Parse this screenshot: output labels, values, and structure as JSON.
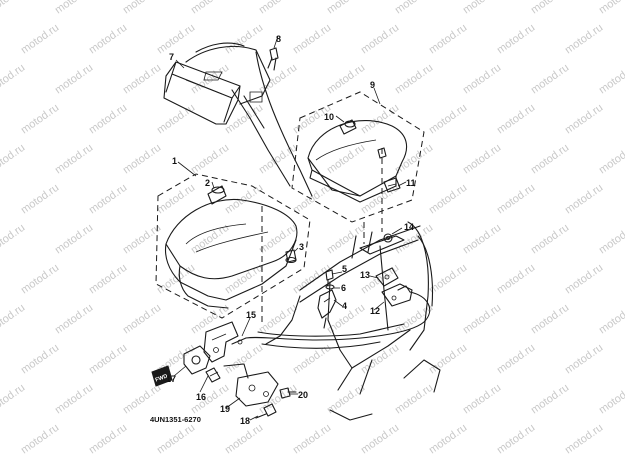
{
  "watermark": "motod.ru",
  "diagram_code": "4UN1351-6270",
  "fwd_label": "FWD",
  "callouts": {
    "c1": "1",
    "c2": "2",
    "c3": "3",
    "c4": "4",
    "c5": "5",
    "c6": "6",
    "c7": "7",
    "c8": "8",
    "c9": "9",
    "c10": "10",
    "c11": "11",
    "c12": "12",
    "c13": "13",
    "c14": "14",
    "c15": "15",
    "c16": "16",
    "c17": "17",
    "c18": "18",
    "c19": "19",
    "c20": "20"
  },
  "colors": {
    "line": "#1a1a1a",
    "watermark": "#c9c9c9",
    "background": "#ffffff"
  }
}
